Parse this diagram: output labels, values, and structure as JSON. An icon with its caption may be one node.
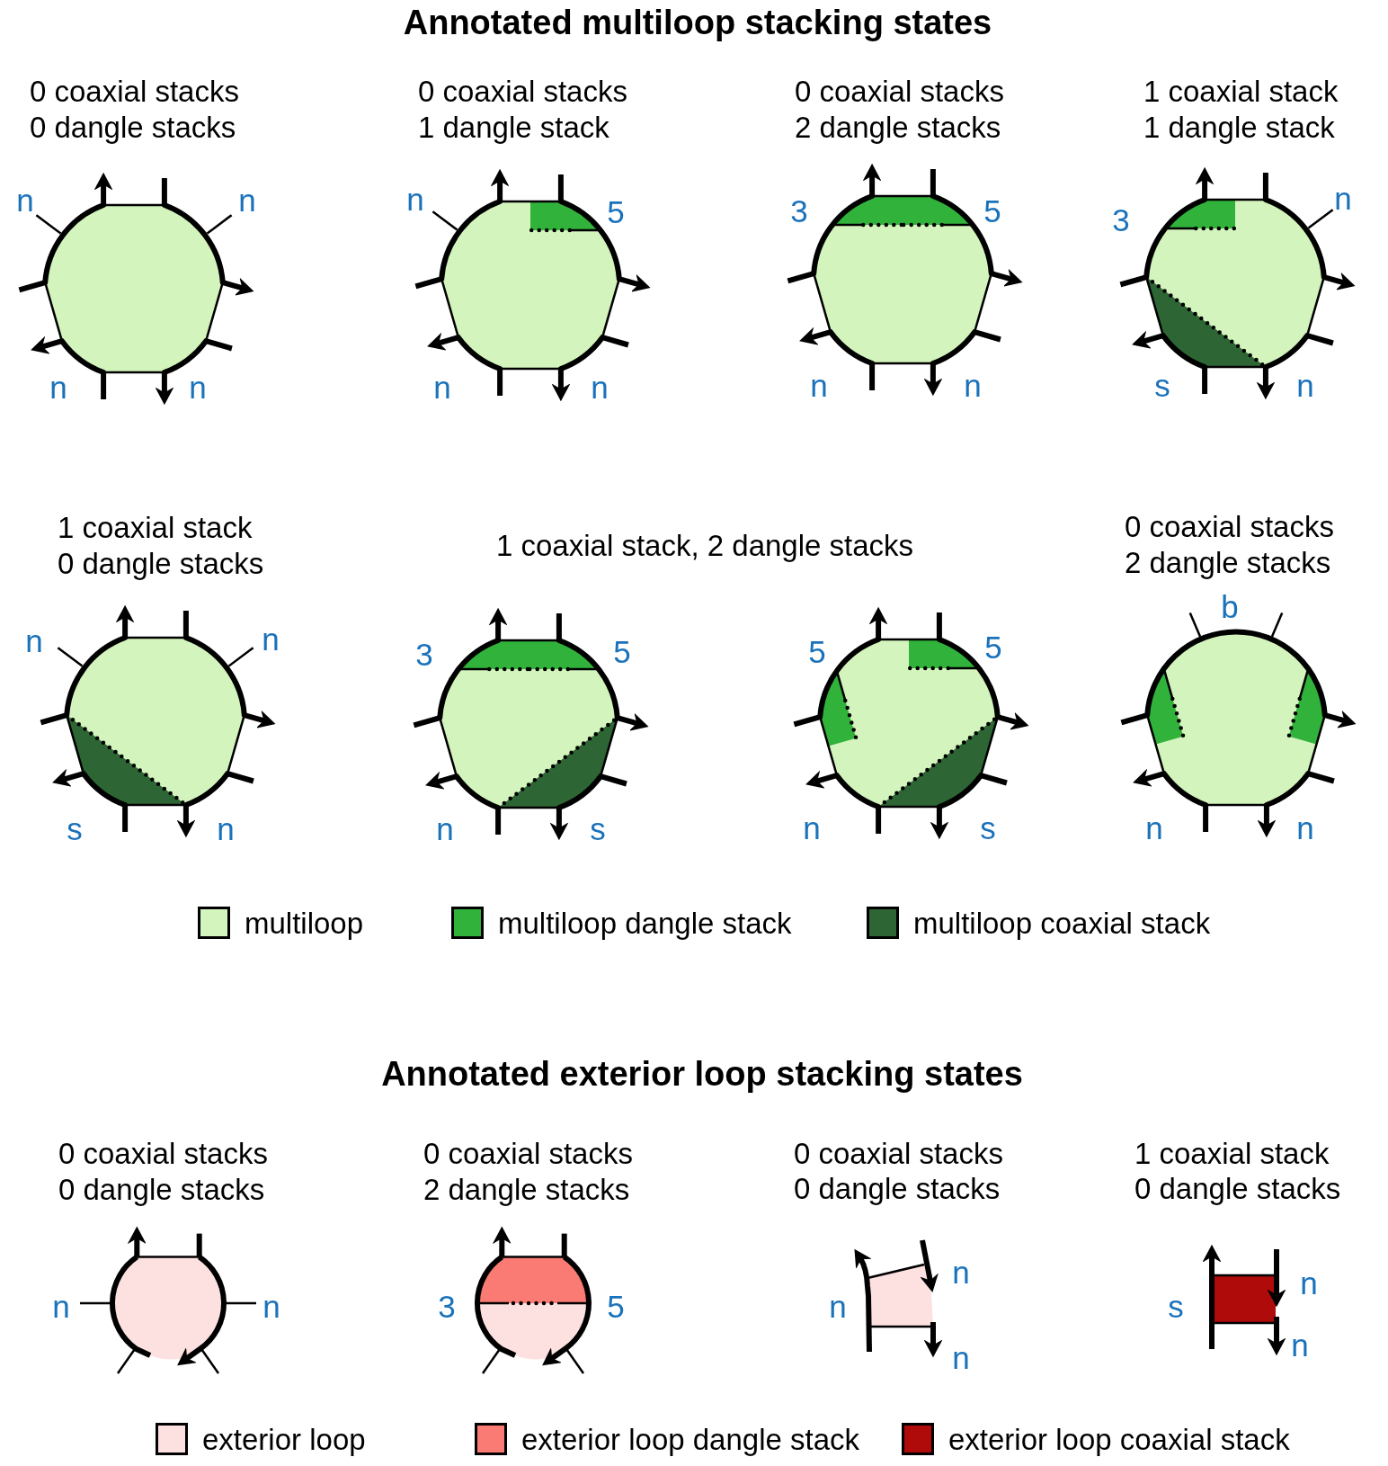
{
  "diagram": {
    "title": "Annotated multiloop stacking states",
    "nodes": [
      {
        "text": [],
        "shape": "picture",
        "beside": [
          "0 coaxial stacks",
          "0 dangle stacks",
          "n",
          "n",
          "n",
          "n"
        ]
      },
      {
        "text": [],
        "shape": "picture",
        "beside": [
          "0 coaxial stacks",
          "1 dangle stack",
          "n",
          "5",
          "n",
          "n"
        ]
      },
      {
        "text": [],
        "shape": "picture",
        "beside": [
          "0 coaxial stacks",
          "2 dangle stacks",
          "3",
          "5",
          "n",
          "n"
        ]
      },
      {
        "text": [],
        "shape": "picture",
        "beside": [
          "1 coaxial stack",
          "1 dangle stack",
          "3",
          "n",
          "s",
          "n"
        ]
      },
      {
        "text": [],
        "shape": "picture",
        "beside": [
          "1 coaxial stack",
          "0 dangle stacks",
          "n",
          "n",
          "s",
          "n"
        ]
      },
      {
        "text": [],
        "shape": "picture",
        "beside": [
          "3",
          "5",
          "n",
          "s"
        ]
      },
      {
        "text": [],
        "shape": "picture",
        "beside": [
          "5",
          "5",
          "n",
          "s"
        ]
      },
      {
        "text": [],
        "shape": "picture",
        "beside": [
          "0 coaxial stacks",
          "2 dangle stacks",
          "b",
          "n",
          "n"
        ]
      },
      {
        "text": [],
        "shape": "picture",
        "beside": [
          "0 coaxial stacks",
          "0 dangle stacks",
          "n",
          "n"
        ]
      },
      {
        "text": [],
        "shape": "picture",
        "beside": [
          "0 coaxial stacks",
          "2 dangle stacks",
          "3",
          "5"
        ]
      },
      {
        "text": [],
        "shape": "picture",
        "beside": [
          "0 coaxial stacks",
          "0 dangle stacks",
          "n",
          "n",
          "n"
        ]
      },
      {
        "text": [],
        "shape": "picture",
        "beside": [
          "1 coaxial stack",
          "0 dangle stacks",
          "s",
          "n",
          "n"
        ]
      }
    ],
    "labels": [
      "1 coaxial stack, 2 dangle stacks",
      "Annotated exterior loop stacking states"
    ],
    "legend": [
      {
        "text": "multiloop",
        "color": "#d3f4bc"
      },
      {
        "text": "multiloop dangle stack",
        "color": "#31b23b"
      },
      {
        "text": "multiloop coaxial stack",
        "color": "#2d6534"
      },
      {
        "text": "exterior loop",
        "color": "#fde1e1"
      },
      {
        "text": "exterior loop dangle stack",
        "color": "#f97b73"
      },
      {
        "text": "exterior loop coaxial stack",
        "color": "#b00b0b"
      }
    ]
  }
}
